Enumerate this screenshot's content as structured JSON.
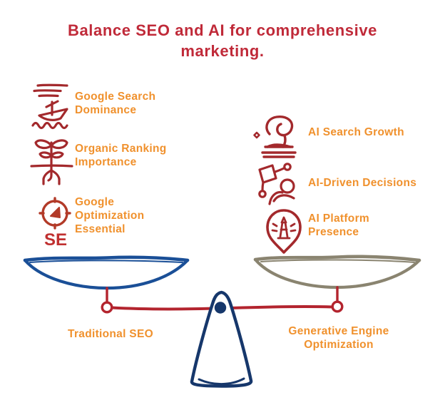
{
  "title": "Balance SEO and AI for comprehensive\nmarketing.",
  "left_items": [
    {
      "icon": "boat-on-waves-icon",
      "label": "Google Search\nDominance"
    },
    {
      "icon": "sprout-roots-icon",
      "label": "Organic Ranking\nImportance"
    },
    {
      "icon": "se-compass-icon",
      "label": "Google\nOptimization\nEssential",
      "icon_text": "SE"
    }
  ],
  "right_items": [
    {
      "icon": "growth-statue-icon",
      "label": "AI Search Growth"
    },
    {
      "icon": "person-cube-icon",
      "label": "AI-Driven Decisions"
    },
    {
      "icon": "pin-lighthouse-icon",
      "label": "AI Platform\nPresence"
    }
  ],
  "scale": {
    "left_label": "Traditional SEO",
    "right_label": "Generative Engine\nOptimization"
  },
  "colors": {
    "title_red": "#C02A39",
    "icon_red": "#A3292C",
    "beam_red": "#B3242E",
    "label_orange": "#F0912D",
    "pan_blue": "#1A4F97",
    "pivot_navy": "#16376B",
    "pan_gray": "#8A8470"
  }
}
